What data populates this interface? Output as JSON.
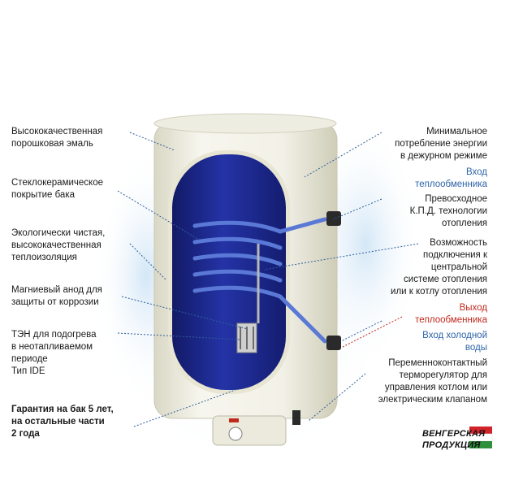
{
  "labels": {
    "enamel": "Высококачественная\nпорошковая эмаль",
    "glass_ceramic": "Стеклокерамическое\nпокрытие бака",
    "insulation": "Экологически чистая,\nвысококачественная\nтеплоизоляция",
    "anode": "Магниевый анод для\nзащиты от коррозии",
    "heater": "ТЭН для подогрева\nв неотапливаемом\nпериоде\nТип IDE",
    "warranty": "Гарантия на бак 5 лет,\nна остальные части\n2 года",
    "energy": "Минимальное\nпотребление энергии\nв дежурном режиме",
    "exchanger_in": "Вход\nтеплообменника",
    "efficiency": "Превосходное\nК.П.Д. технологии\nотопления",
    "connection": "Возможность\nподключения к\nцентральной\nсистеме отопления\nили к котлу отопления",
    "exchanger_out": "Выход\nтеплообменника",
    "cold_in": "Вход холодной\nводы",
    "thermostat": "Переменноконтактный\nтерморегулятор для\nуправления котлом или\nэлектрическим клапаном"
  },
  "badge": {
    "line1": "ВЕНГЕРСКАЯ",
    "line2": "ПРОДУКЦИЯ"
  },
  "colors": {
    "tank_body": "#f1f0e6",
    "tank_inner": "#1d2a8c",
    "leader": "#2f5f9a",
    "label_blue": "#2e64a8",
    "label_red": "#c0281c",
    "flag_red": "#d2232a",
    "flag_green": "#2f8f3a",
    "glow": "#bcd8ef"
  }
}
